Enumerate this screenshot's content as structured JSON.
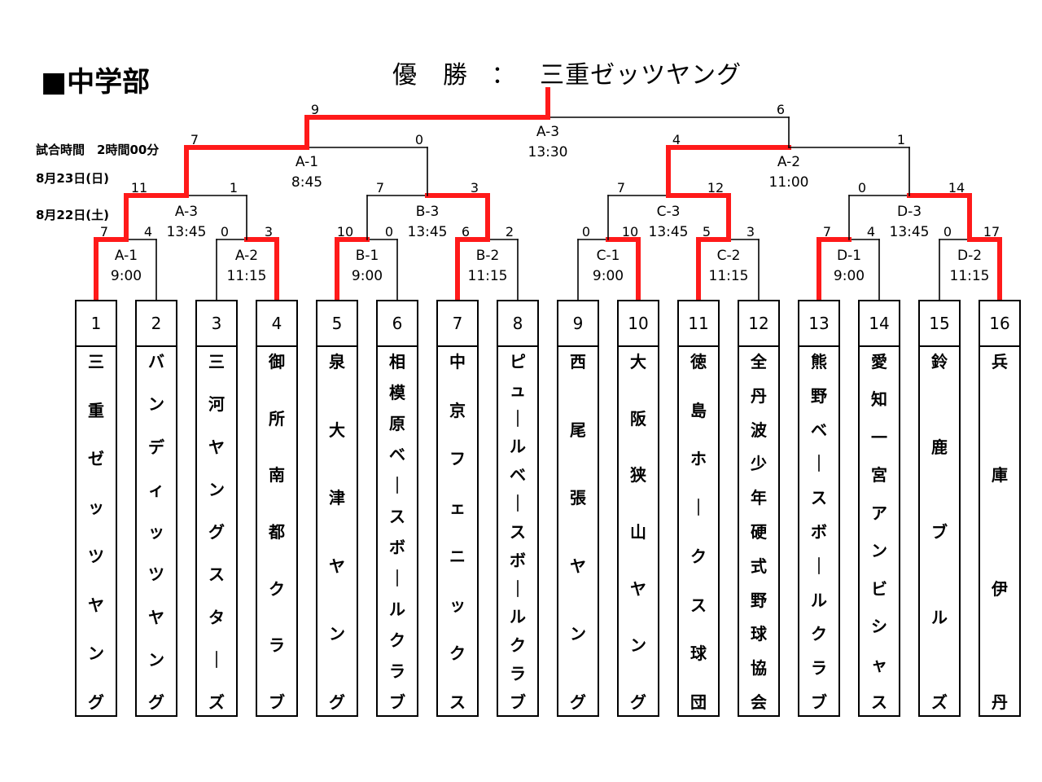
{
  "heading": "■中学部",
  "champion": {
    "label": "優　勝",
    "separator": "：",
    "team": "三重ゼッツヤング"
  },
  "schedule": {
    "duration": "試合時間　2時間00分",
    "day2": "8月23日(日)",
    "day1": "8月22日(土)"
  },
  "colors": {
    "winner_path": "#ff1a1a",
    "line": "#000000"
  },
  "teams": [
    {
      "num": "1",
      "name": "三重ゼッツヤング"
    },
    {
      "num": "2",
      "name": "バンディッツヤング"
    },
    {
      "num": "3",
      "name": "三河ヤングスターズ"
    },
    {
      "num": "4",
      "name": "御所南都クラブ"
    },
    {
      "num": "5",
      "name": "泉大津ヤング"
    },
    {
      "num": "6",
      "name": "相模原ベースボールクラブ"
    },
    {
      "num": "7",
      "name": "中京フェニックス"
    },
    {
      "num": "8",
      "name": "ピュールベースボールクラブ"
    },
    {
      "num": "9",
      "name": "西尾張ヤング"
    },
    {
      "num": "10",
      "name": "大阪狭山ヤング"
    },
    {
      "num": "11",
      "name": "徳島ホークス球団"
    },
    {
      "num": "12",
      "name": "全丹波少年硬式野球協会"
    },
    {
      "num": "13",
      "name": "熊野ベースボールクラブ"
    },
    {
      "num": "14",
      "name": "愛知一宮アンビシャス"
    },
    {
      "num": "15",
      "name": "鈴鹿ブルズ"
    },
    {
      "num": "16",
      "name": "兵庫伊丹"
    }
  ],
  "round1": [
    {
      "id": "A-1",
      "time": "9:00",
      "left": "7",
      "right": "4",
      "winner": "left"
    },
    {
      "id": "A-2",
      "time": "11:15",
      "left": "0",
      "right": "3",
      "winner": "right"
    },
    {
      "id": "B-1",
      "time": "9:00",
      "left": "10",
      "right": "0",
      "winner": "left"
    },
    {
      "id": "B-2",
      "time": "11:15",
      "left": "6",
      "right": "2",
      "winner": "left"
    },
    {
      "id": "C-1",
      "time": "9:00",
      "left": "0",
      "right": "10",
      "winner": "right"
    },
    {
      "id": "C-2",
      "time": "11:15",
      "left": "5",
      "right": "3",
      "winner": "left"
    },
    {
      "id": "D-1",
      "time": "9:00",
      "left": "7",
      "right": "4",
      "winner": "left"
    },
    {
      "id": "D-2",
      "time": "11:15",
      "left": "0",
      "right": "17",
      "winner": "right"
    }
  ],
  "round2": [
    {
      "id": "A-3",
      "time": "13:45",
      "left": "11",
      "right": "1",
      "winner": "left"
    },
    {
      "id": "B-3",
      "time": "13:45",
      "left": "7",
      "right": "3",
      "winner": "right"
    },
    {
      "id": "C-3",
      "time": "13:45",
      "left": "7",
      "right": "12",
      "winner": "right"
    },
    {
      "id": "D-3",
      "time": "13:45",
      "left": "0",
      "right": "14",
      "winner": "right"
    }
  ],
  "round3": [
    {
      "id": "A-1",
      "time": "8:45",
      "left": "7",
      "right": "0",
      "winner": "left"
    },
    {
      "id": "A-2",
      "time": "11:00",
      "left": "4",
      "right": "1",
      "winner": "left"
    }
  ],
  "final": {
    "id": "A-3",
    "time": "13:30",
    "left": "9",
    "right": "6",
    "winner": "left"
  }
}
